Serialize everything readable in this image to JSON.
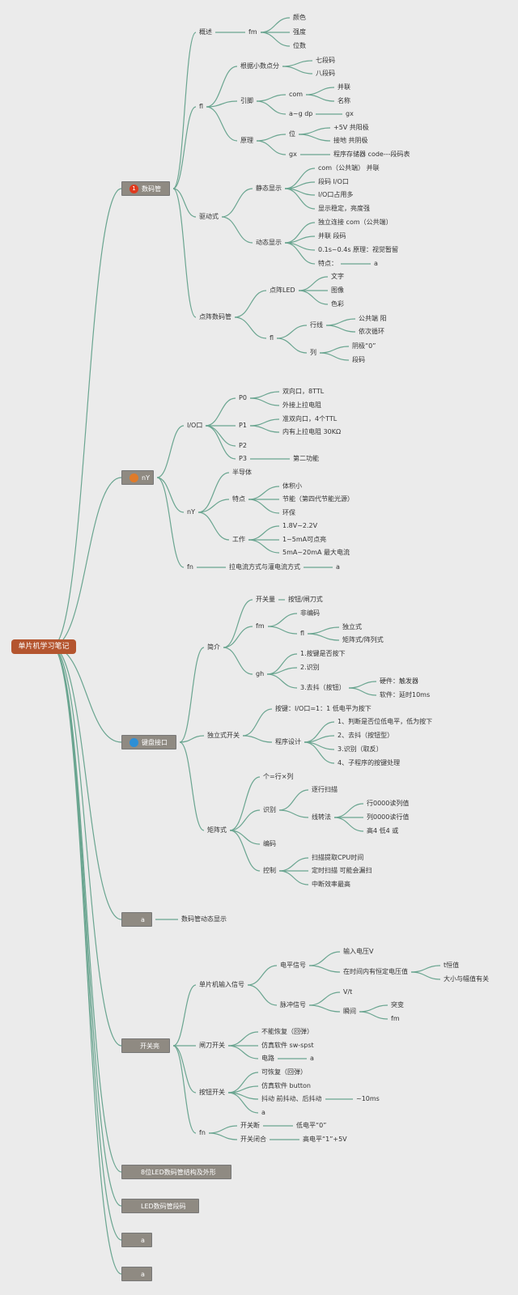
{
  "root": "单片机学习笔记",
  "branches": {
    "b1": {
      "label": "数码管",
      "badge": "1",
      "badge_color": "#e03a1e"
    },
    "b2": {
      "label": "nY",
      "badge": "",
      "badge_color": "#e07b2a"
    },
    "b3": {
      "label": "键盘接口",
      "badge": "",
      "badge_color": "#2d8fd6"
    },
    "b4": {
      "label": "a"
    },
    "b5": {
      "label": "开关亮"
    },
    "b6": {
      "label": "8位LED数码管结构及外形"
    },
    "b7": {
      "label": "LED数码管段码"
    },
    "b8": {
      "label": "a"
    },
    "b9": {
      "label": "a"
    }
  },
  "nodes": {
    "n1": "概述",
    "n2": "fm",
    "n3": "颜色",
    "n4": "强度",
    "n5": "位数",
    "n6": "fl",
    "n7": "根据小数点分",
    "n8": "七段码",
    "n9": "八段码",
    "n10": "引脚",
    "n11": "com",
    "n12": "并联",
    "n13": "名称",
    "n14": "a~g dp",
    "n15": "gx",
    "n16": "原理",
    "n17": "位",
    "n18": "+5V 共阳极",
    "n19": "接地 共阴极",
    "n20": "gx",
    "n21": "程序存储器 code---段码表",
    "n22": "驱动式",
    "n23": "静态显示",
    "n24": "com（公共端） 并联",
    "n25": "段码 I/O口",
    "n26": "I/O口占用多",
    "n27": "显示稳定，亮度强",
    "n28": "动态显示",
    "n29": "独立连接 com（公共端）",
    "n30": "并联 段码",
    "n31": "0.1s~0.4s 原理：视觉暂留",
    "n32": "特点：",
    "n33": "a",
    "n34": "点阵数码管",
    "n35": "点阵LED",
    "n36": "文字",
    "n37": "图像",
    "n38": "色彩",
    "n39": "fl",
    "n40": "行线",
    "n41": "公共端 阳",
    "n42": "依次循环",
    "n43": "列",
    "n44": "阴极“0”",
    "n45": "段码",
    "n46": "I/O口",
    "n47": "P0",
    "n48": "双向口，8TTL",
    "n49": "外接上拉电阻",
    "n50": "P1",
    "n51": "准双向口，4个TTL",
    "n52": "内有上拉电阻 30KΩ",
    "n53": "P2",
    "n54": "P3",
    "n55": "第二功能",
    "n56": "nY",
    "n57": "半导体",
    "n58": "特点",
    "n59": "体积小",
    "n60": "节能（第四代节能光源）",
    "n61": "环保",
    "n62": "工作",
    "n63": "1.8V~2.2V",
    "n64": "1~5mA可点亮",
    "n65": "5mA~20mA 最大电流",
    "n66": "fn",
    "n67": "拉电流方式与灌电流方式",
    "n68": "a",
    "n69": "简介",
    "n70": "开关量",
    "n71": "按钮/闸刀式",
    "n72": "fm",
    "n73": "非编码",
    "n74": "fl",
    "n75": "独立式",
    "n76": "矩阵式/阵列式",
    "n77": "gh",
    "n78": "1.按键是否按下",
    "n79": "2.识别",
    "n80": "3.去抖（按钮）",
    "n81": "硬件：触发器",
    "n82": "软件：延时10ms",
    "n83": "独立式开关",
    "n84": "按键：I/O口=1：1 低电平为按下",
    "n85": "程序设计",
    "n86": "1、判断是否位低电平，低为按下",
    "n87": "2、去抖（按钮型）",
    "n88": "3.识别（取反）",
    "n89": "4、子程序的按键处理",
    "n90": "矩阵式",
    "n91": "个=行×列",
    "n92": "识别",
    "n93": "逐行扫描",
    "n94": "线转法",
    "n95": "行0000读列值",
    "n96": "列0000读行值",
    "n97": "高4 低4 或",
    "n98": "编码",
    "n99": "控制",
    "n100": "扫描提取CPU时间",
    "n101": "定时扫描 可能会漏扫",
    "n102": "中断效率最高",
    "n103": "数码管动态显示",
    "n104": "单片机输入信号",
    "n105": "电平信号",
    "n106": "输入电压V",
    "n107": "在时间内有恒定电压值",
    "n108": "t恒值",
    "n109": "大小与幅值有关",
    "n110": "脉冲信号",
    "n111": "V/t",
    "n112": "瞬间",
    "n113": "突变",
    "n114": "fm",
    "n115": "闸刀开关",
    "n116": "不能恢复（回弹）",
    "n117": "仿真软件 sw-spst",
    "n118": "电路",
    "n119": "a",
    "n120": "按钮开关",
    "n121": "可恢复（回弹）",
    "n122": "仿真软件 button",
    "n123": "抖动 前抖动、后抖动",
    "n124": "~10ms",
    "n125": "a",
    "n126": "fn",
    "n127": "开关断",
    "n128": "低电平“0”",
    "n129": "开关闭合",
    "n130": "高电平“1”+5V"
  },
  "colors": {
    "line": "#6aa590",
    "root_bg": "#b4552f",
    "branch_bg": "#8f8a82",
    "background": "#ebebeb"
  }
}
